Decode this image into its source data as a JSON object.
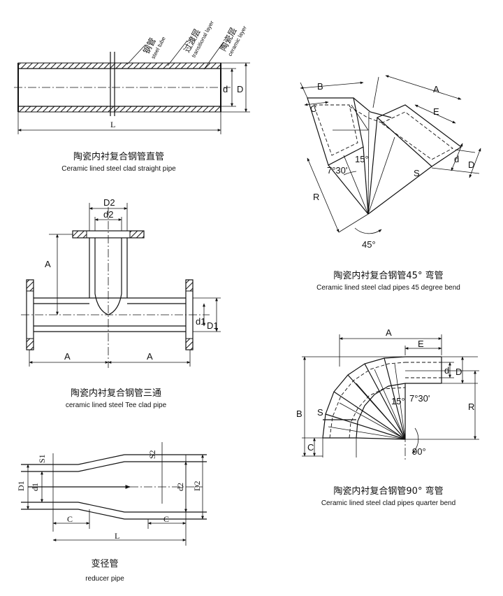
{
  "straight_pipe": {
    "caption_zh": "陶瓷内衬复合钢管直管",
    "caption_en": "Ceramic lined steel clad straight pipe",
    "layer_labels": [
      {
        "zh": "钢管",
        "en": "steel tube"
      },
      {
        "zh": "过渡层",
        "en": "transitional layer"
      },
      {
        "zh": "陶瓷层",
        "en": "ceramic layer"
      }
    ],
    "dims": {
      "d": "d",
      "D": "D",
      "L": "L"
    }
  },
  "bend_45": {
    "caption_zh": "陶瓷内衬复合钢管45° 弯管",
    "caption_en": "Ceramic lined steel clad pipes 45 degree bend",
    "dims": {
      "A": "A",
      "B": "B",
      "C": "C",
      "E": "E",
      "R": "R",
      "S": "S",
      "d": "d",
      "D": "D"
    },
    "angles": {
      "half": "7°30'",
      "segment": "15°",
      "total": "45°"
    }
  },
  "tee": {
    "caption_zh": "陶瓷内衬复合钢管三通",
    "caption_en": "ceramic lined steel Tee clad pipe",
    "dims": {
      "D2": "D2",
      "d2": "d2",
      "A_vertical": "A",
      "A_left": "A",
      "A_right": "A",
      "d1": "d1",
      "D1": "D1"
    }
  },
  "bend_90": {
    "caption_zh": "陶瓷内衬复合钢管90° 弯管",
    "caption_en": "Ceramic lined steel clad pipes quarter bend",
    "dims": {
      "A": "A",
      "B": "B",
      "C": "C",
      "E": "E",
      "R": "R",
      "S": "S",
      "d": "d",
      "D": "D"
    },
    "angles": {
      "half": "7°30'",
      "segment": "15°",
      "total": "90°"
    }
  },
  "reducer": {
    "caption_zh": "变径管",
    "caption_en": "reducer pipe",
    "dims": {
      "S1": "S1",
      "S2": "S2",
      "D1": "D1",
      "d1": "d1",
      "d2": "d2",
      "D2": "D2",
      "C_left": "C",
      "C_right": "C",
      "L": "L"
    }
  }
}
